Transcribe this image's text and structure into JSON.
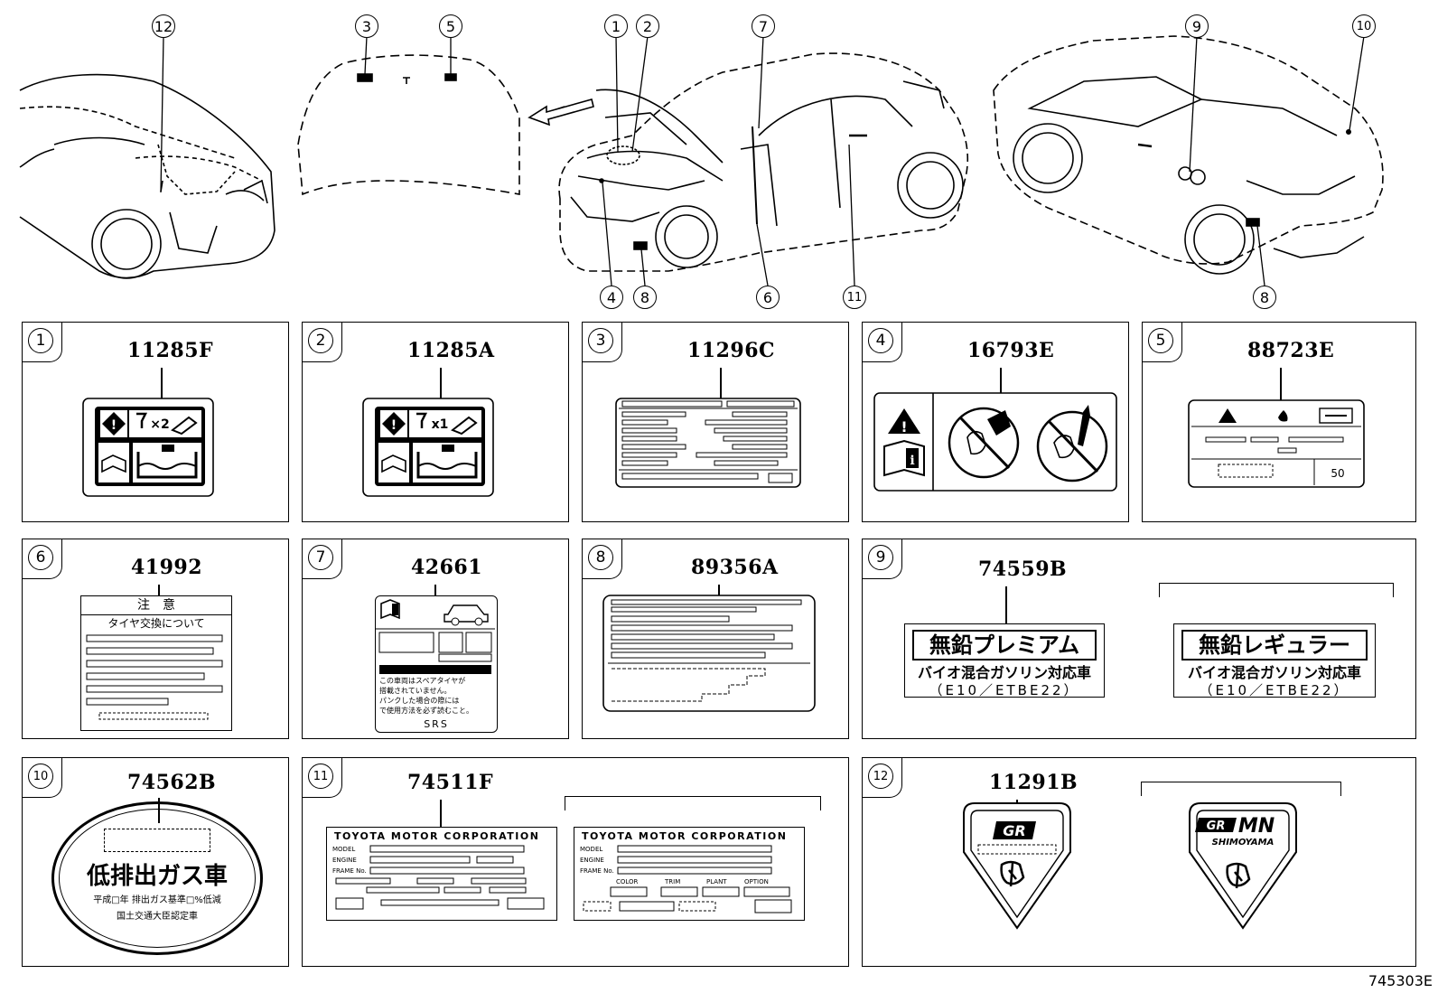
{
  "figure_code": "745303E",
  "overview": {
    "callouts": [
      "12",
      "3",
      "5",
      "1",
      "2",
      "7",
      "9",
      "10",
      "4",
      "8",
      "6",
      "11",
      "8"
    ]
  },
  "panels": [
    {
      "num": "1",
      "code": "11285F"
    },
    {
      "num": "2",
      "code": "11285A"
    },
    {
      "num": "3",
      "code": "11296C"
    },
    {
      "num": "4",
      "code": "16793E"
    },
    {
      "num": "5",
      "code": "88723E"
    },
    {
      "num": "6",
      "code": "41992"
    },
    {
      "num": "7",
      "code": "42661"
    },
    {
      "num": "8",
      "code": "89356A"
    },
    {
      "num": "9",
      "code": "74559B"
    },
    {
      "num": "10",
      "code": "74562B"
    },
    {
      "num": "11",
      "code": "74511F"
    },
    {
      "num": "12",
      "code": "11291B"
    }
  ],
  "labels": {
    "p1_mult": "×2",
    "p2_mult": "x1",
    "p5_code": "50",
    "p6_title": "注　意",
    "p6_sub": "タイヤ交換について",
    "p7_srs": "SRS",
    "p7_l1": "この車両はスペアタイヤが",
    "p7_l2": "搭載されていません。",
    "p7_l3": "パンクした場合の際には",
    "p7_l4": "で使用方法を必ず読むこと。",
    "p9_a_title": "無鉛プレミアム",
    "p9_a_sub": "バイオ混合ガソリン対応車",
    "p9_a_sub2": "（E10／ETBE22）",
    "p9_b_title": "無鉛レギュラー",
    "p9_b_sub": "バイオ混合ガソリン対応車",
    "p9_b_sub2": "（E10／ETBE22）",
    "p10_title": "低排出ガス車",
    "p10_l1": "平成□年 排出ガス基準□%低減",
    "p10_l2": "国土交通大臣認定車",
    "p11_corp": "TOYOTA MOTOR CORPORATION",
    "p11_model": "MODEL",
    "p11_engine": "ENGINE",
    "p11_frame": "FRAME No.",
    "p11_color": "COLOR",
    "p11_trim": "TRIM",
    "p11_plant": "PLANT",
    "p11_option": "OPTION",
    "p12_gr": "GR",
    "p12_grmn_a": "GR",
    "p12_grmn_b": "MN",
    "p12_shimoyama": "SHIMOYAMA"
  }
}
